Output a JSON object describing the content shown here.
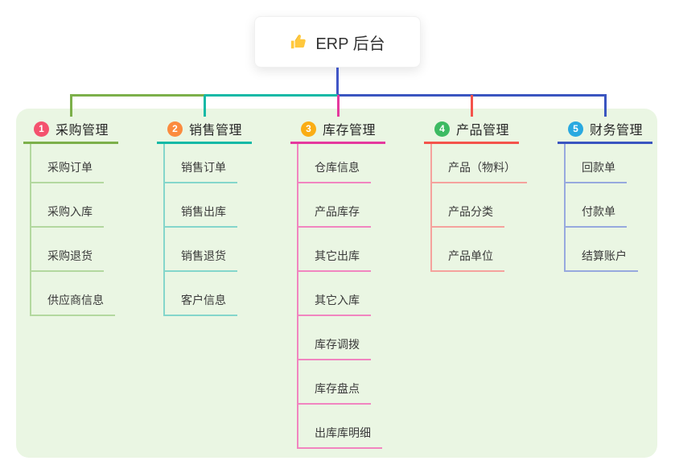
{
  "root": {
    "title": "ERP 后台",
    "icon": "thumbs-up-icon",
    "icon_color": "#FFC83D",
    "connector_color": "#4156C6"
  },
  "panel": {
    "bg_color": "#EAF6E3"
  },
  "branches": [
    {
      "num": "1",
      "title": "采购管理",
      "badge_color": "#F4526E",
      "line_color": "#7CB04A",
      "light_color": "#B3D89F",
      "children": [
        "采购订单",
        "采购入库",
        "采购退货",
        "供应商信息"
      ]
    },
    {
      "num": "2",
      "title": "销售管理",
      "badge_color": "#FB8B3E",
      "line_color": "#14B9A6",
      "light_color": "#84D6CB",
      "children": [
        "销售订单",
        "销售出库",
        "销售退货",
        "客户信息"
      ]
    },
    {
      "num": "3",
      "title": "库存管理",
      "badge_color": "#FAAD14",
      "line_color": "#E5399E",
      "light_color": "#F185C0",
      "children": [
        "仓库信息",
        "产品库存",
        "其它出库",
        "其它入库",
        "库存调拨",
        "库存盘点",
        "出库库明细"
      ]
    },
    {
      "num": "4",
      "title": "产品管理",
      "badge_color": "#3DBA62",
      "line_color": "#F4534B",
      "light_color": "#F5A29D",
      "children": [
        "产品（物料）",
        "产品分类",
        "产品单位"
      ]
    },
    {
      "num": "5",
      "title": "财务管理",
      "badge_color": "#29A9E0",
      "line_color": "#3A55C0",
      "light_color": "#97A9DE",
      "children": [
        "回款单",
        "付款单",
        "结算账户"
      ]
    }
  ]
}
